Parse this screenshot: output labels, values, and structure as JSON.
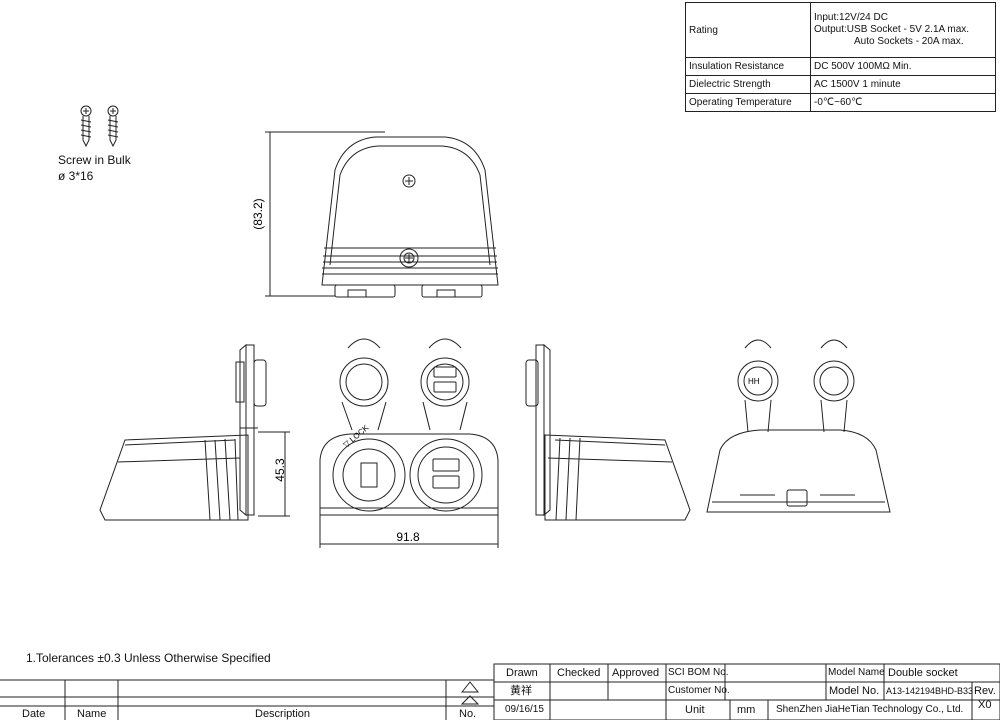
{
  "spec_table": {
    "rows": [
      {
        "label": "Rating",
        "value_lines": [
          "Input:12V/24 DC",
          "Output:USB Socket -  5V 2.1A max.",
          "Auto Sockets -  20A max."
        ]
      },
      {
        "label": "Insulation Resistance",
        "value_lines": [
          "DC 500V 100MΩ Min."
        ]
      },
      {
        "label": "Dielectric Strength",
        "value_lines": [
          "AC 1500V 1 minute"
        ]
      },
      {
        "label": "Operating Temperature",
        "value_lines": [
          "-0℃~60℃"
        ]
      }
    ]
  },
  "hardware": {
    "label": "Screw in Bulk",
    "size": "ø 3*16"
  },
  "dimensions": {
    "height": "(83.2)",
    "depth": "45.3",
    "width": "91.8"
  },
  "socket_markings": {
    "lock_arc": "▽ LOCK",
    "icon_label": "HH"
  },
  "notes": {
    "tolerance": "1.Tolerances ±0.3 Unless Otherwise Specified"
  },
  "title_block": {
    "headers": {
      "drawn": "Drawn",
      "checked": "Checked",
      "approved": "Approved",
      "sci_bom": "SCI BOM No.",
      "model_name": "Model Name",
      "customer_no": "Customer No.",
      "model_no": "Model No.",
      "unit": "Unit",
      "rev": "Rev."
    },
    "values": {
      "model_name": "Double socket",
      "drawn_by": "黄祥",
      "date": "09/16/15",
      "unit": "mm",
      "model_no": "A13-142194BHD-B33",
      "company": "ShenZhen JiaHeTian Technology Co., Ltd.",
      "rev": "X0"
    },
    "revision_table": {
      "date": "Date",
      "name": "Name",
      "description": "Description",
      "no": "No."
    }
  }
}
